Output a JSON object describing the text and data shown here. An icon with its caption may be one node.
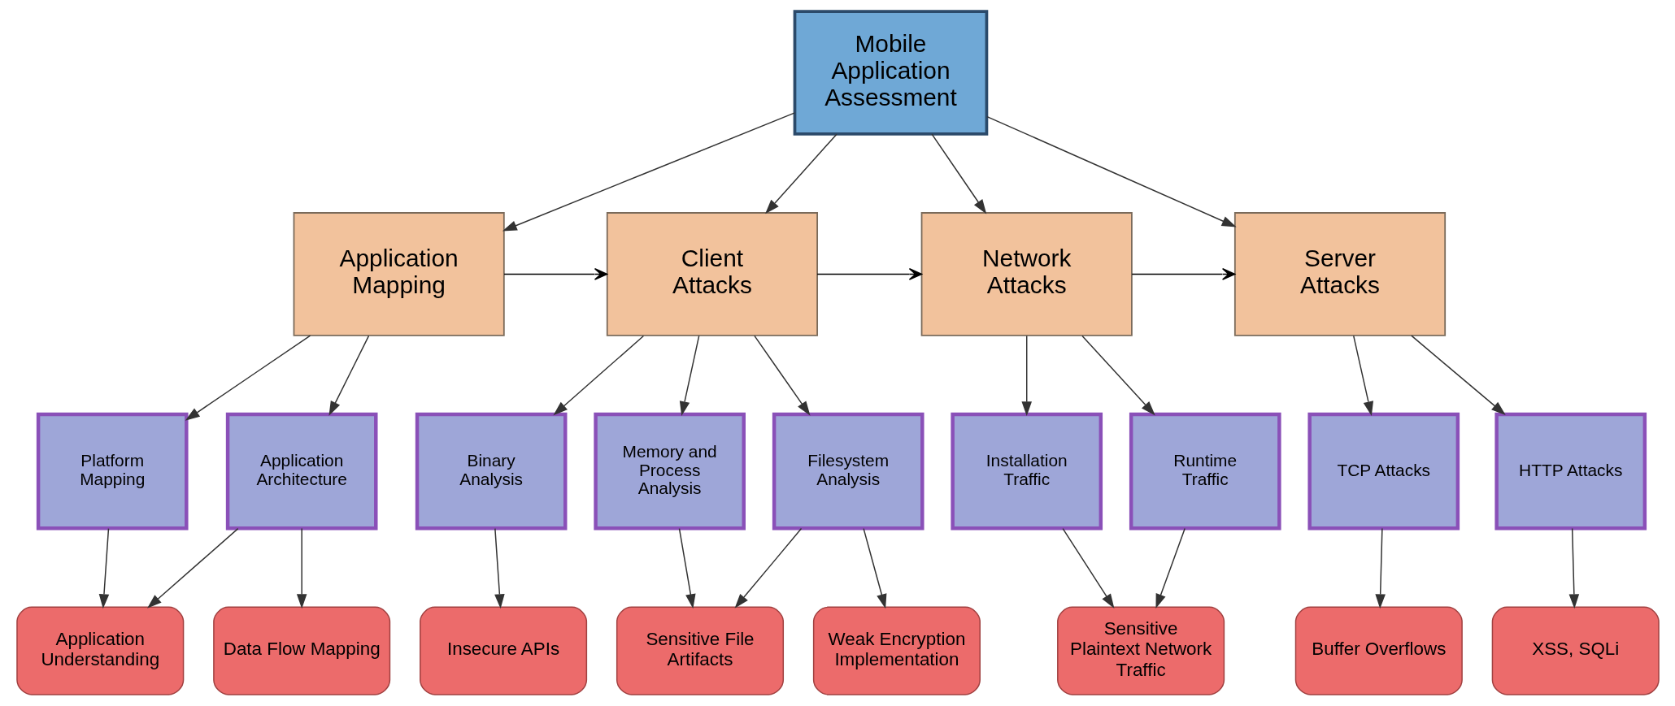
{
  "diagram": {
    "nodes": [
      {
        "text": [
          "Mobile Application Assessment"
        ]
      },
      {
        "text": [
          "Application Mapping"
        ]
      },
      {
        "text": [
          "Client Attacks"
        ]
      },
      {
        "text": [
          "Network Attacks"
        ]
      },
      {
        "text": [
          "Server Attacks"
        ]
      },
      {
        "text": [
          "Platform Mapping"
        ]
      },
      {
        "text": [
          "Application Architecture"
        ]
      },
      {
        "text": [
          "Binary Analysis"
        ]
      },
      {
        "text": [
          "Filesystem Analysis"
        ]
      },
      {
        "text": [
          "Memory and Process Analysis"
        ]
      },
      {
        "text": [
          "Installation Traffic"
        ]
      },
      {
        "text": [
          "Runtime Traffic"
        ]
      },
      {
        "text": [
          "TCP Attacks"
        ]
      },
      {
        "text": [
          "HTTP Attacks"
        ]
      },
      {
        "text": [
          "Application Understanding"
        ]
      },
      {
        "text": [
          "Data Flow Mapping"
        ]
      },
      {
        "text": [
          "Insecure APIs"
        ]
      },
      {
        "text": [
          "Sensitive File Artifacts"
        ]
      },
      {
        "text": [
          "Weak Encryption Implementation"
        ]
      },
      {
        "text": [
          "Sensitive Plaintext Network Traffic"
        ]
      },
      {
        "text": [
          "Buffer Overflows"
        ]
      },
      {
        "text": [
          "XSS, SQLi"
        ]
      }
    ],
    "edges": [
      {
        "from": 0,
        "to": 1,
        "arrow": "to"
      },
      {
        "from": 0,
        "to": 2,
        "arrow": "to"
      },
      {
        "from": 0,
        "to": 3,
        "arrow": "to"
      },
      {
        "from": 0,
        "to": 4,
        "arrow": "to"
      },
      {
        "from": 1,
        "to": 2,
        "arrow": "to",
        "color": "#000000"
      },
      {
        "from": 2,
        "to": 3,
        "arrow": "to",
        "color": "#000000"
      },
      {
        "from": 3,
        "to": 4,
        "arrow": "to",
        "color": "#000000"
      },
      {
        "from": 1,
        "to": 5,
        "arrow": "to"
      },
      {
        "from": 1,
        "to": 6,
        "arrow": "to"
      },
      {
        "from": 2,
        "to": 7,
        "arrow": "to"
      },
      {
        "from": 2,
        "to": 8,
        "arrow": "to"
      },
      {
        "from": 2,
        "to": 9,
        "arrow": "to"
      },
      {
        "from": 3,
        "to": 10,
        "arrow": "to"
      },
      {
        "from": 3,
        "to": 11,
        "arrow": "to"
      },
      {
        "from": 4,
        "to": 12,
        "arrow": "to"
      },
      {
        "from": 4,
        "to": 13,
        "arrow": "to"
      },
      {
        "from": 5,
        "to": 14,
        "arrow": "to"
      },
      {
        "from": 6,
        "to": 14,
        "arrow": "to"
      },
      {
        "from": 6,
        "to": 15,
        "arrow": "to"
      },
      {
        "from": 7,
        "to": 16,
        "arrow": "to"
      },
      {
        "from": 8,
        "to": 17,
        "arrow": "to"
      },
      {
        "from": 8,
        "to": 18,
        "arrow": "to"
      },
      {
        "from": 9,
        "to": 17,
        "arrow": "to"
      },
      {
        "from": 10,
        "to": 19,
        "arrow": "to"
      },
      {
        "from": 11,
        "to": 19,
        "arrow": "to"
      },
      {
        "from": 12,
        "to": 20,
        "arrow": "to"
      },
      {
        "from": 13,
        "to": 21,
        "arrow": "to"
      }
    ]
  }
}
